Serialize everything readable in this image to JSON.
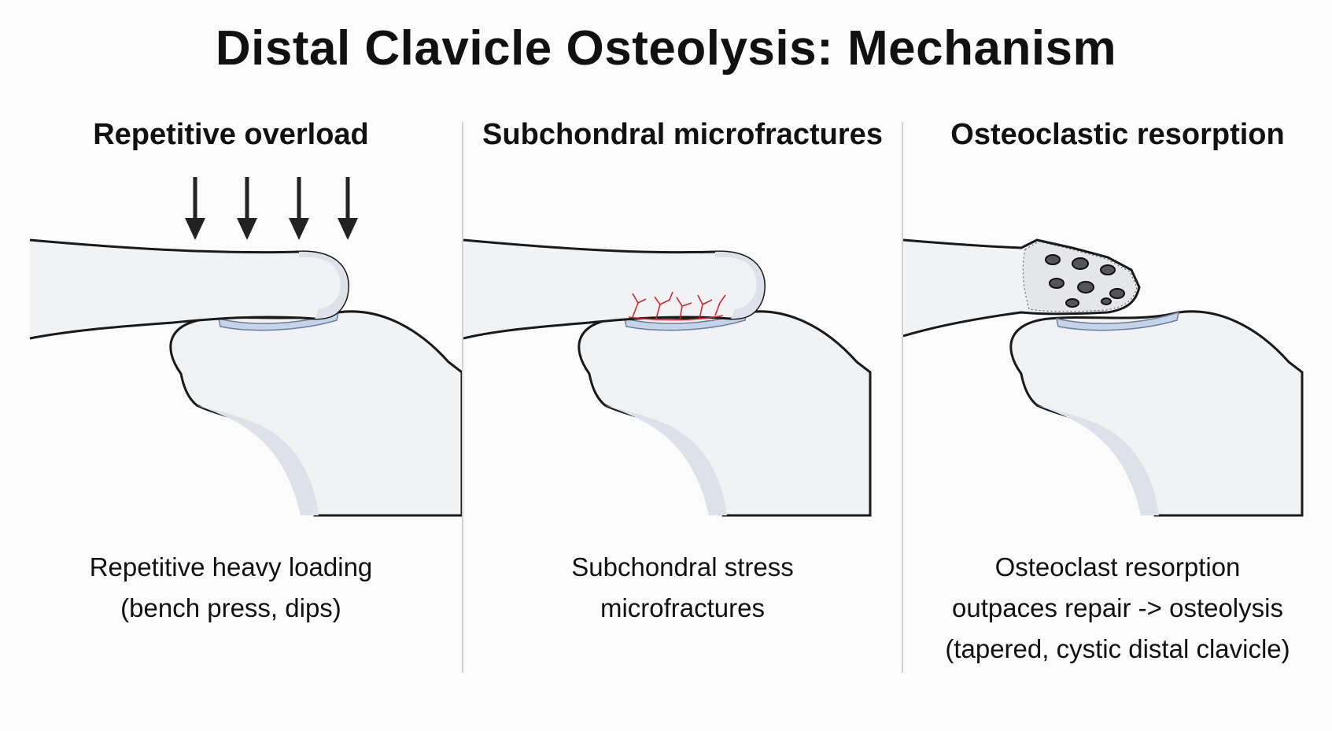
{
  "title": "Distal Clavicle Osteolysis: Mechanism",
  "panels": [
    {
      "heading": "Repetitive overload",
      "caption": [
        "Repetitive heavy loading",
        "(bench press, dips)"
      ]
    },
    {
      "heading": "Subchondral microfractures",
      "caption": [
        "Subchondral stress",
        "microfractures"
      ]
    },
    {
      "heading": "Osteoclastic resorption",
      "caption": [
        "Osteoclast resorption",
        "outpaces repair -> osteolysis",
        "(tapered, cystic distal clavicle)"
      ]
    }
  ],
  "colors": {
    "bone_fill": "#f1f2f4",
    "bone_outline": "#1a1a1a",
    "cartilage": "#c5d4e8",
    "cortex_band": "#dde2ea",
    "microfracture": "#d1262b",
    "arrow": "#222222"
  }
}
